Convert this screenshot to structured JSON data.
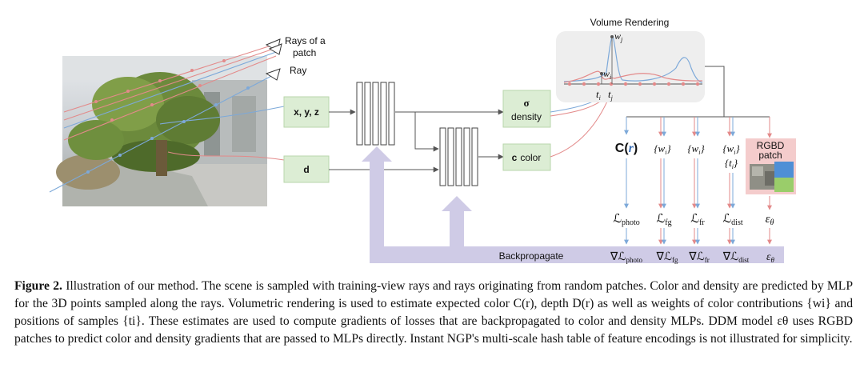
{
  "diagram": {
    "rays_of_patch_label_line1": "Rays of a",
    "rays_of_patch_label_line2": "patch",
    "ray_label": "Ray",
    "input_position": "x, y, z",
    "input_direction": "d",
    "output_sigma_symbol": "σ",
    "output_sigma_text": "density",
    "output_color_symbol": "c",
    "output_color_text": "color",
    "volume_rendering_title": "Volume Rendering",
    "wj": "w",
    "wj_sub": "j",
    "wi": "w",
    "wi_sub": "i",
    "ti": "t",
    "ti_sub": "i",
    "tj": "t",
    "tj_sub": "j",
    "estimate_color": "C(",
    "estimate_color_r": "r",
    "estimate_color_close": ")",
    "estimate_w1": "{w",
    "estimate_w1_sub": "i",
    "estimate_w1_close": "}",
    "estimate_w2": "{w",
    "estimate_w2_sub": "i",
    "estimate_w2_close": "}",
    "estimate_w3": "{w",
    "estimate_w3_sub": "i",
    "estimate_w3_close": "}",
    "estimate_t": "{t",
    "estimate_t_sub": "i",
    "estimate_t_close": "}",
    "rgbd_line1": "RGBD",
    "rgbd_line2": "patch",
    "loss_photo": "photo",
    "loss_fg": "fg",
    "loss_fr": "fr",
    "loss_dist": "dist",
    "epsilon": "ε",
    "theta": "θ",
    "backpropagate": "Backpropagate",
    "nabla": "∇",
    "loss_symbol": "ℒ",
    "colors": {
      "green_box": "#dcedd4",
      "green_border": "#b9d6ab",
      "backprop": "#cfcbe6",
      "ray_red": "#e38a8a",
      "ray_blue": "#7da9d9",
      "rgbd_box": "#f4cccc"
    }
  },
  "caption": {
    "label": "Figure 2.",
    "text": " Illustration of our method. The scene is sampled with training-view rays and rays originating from random patches. Color and density are predicted by MLP for the 3D points sampled along the rays. Volumetric rendering is used to estimate expected color C(r), depth D(r) as well as weights of color contributions {wi} and positions of samples {ti}. These estimates are used to compute gradients of losses that are backpropagated to color and density MLPs. DDM model εθ uses RGBD patches to predict color and density gradients that are passed to MLPs directly. Instant NGP's multi-scale hash table of feature encodings is not illustrated for simplicity."
  }
}
